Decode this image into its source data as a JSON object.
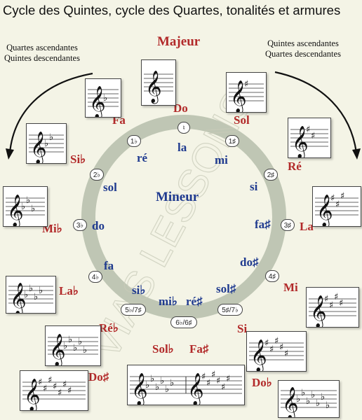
{
  "title": "Cycle des Quintes, cycle des Quartes, tonalités et armures",
  "directions": {
    "left": [
      "Quartes ascendantes",
      "Quintes descendantes"
    ],
    "right": [
      "Quintes ascendantes",
      "Quartes descendantes"
    ]
  },
  "headings": {
    "major": "Majeur",
    "minor": "Mineur"
  },
  "watermark": "VIAS LESSONS",
  "majors": [
    "Do",
    "Sol",
    "Ré",
    "La",
    "Mi",
    "Si",
    "Fa♯",
    "Sol♭",
    "Do♯",
    "Do♭",
    "Ré♭",
    "La♭",
    "Mi♭",
    "Si♭",
    "Fa"
  ],
  "minors": [
    "la",
    "mi",
    "si",
    "fa♯",
    "do♯",
    "sol♯",
    "ré♯",
    "mi♭",
    "si♭",
    "fa",
    "do",
    "sol",
    "ré"
  ],
  "signatures": [
    "♮",
    "1♯",
    "2♯",
    "3♯",
    "4♯",
    "5♯/7♭",
    "6♭/6♯",
    "5♭/7♯",
    "4♭",
    "3♭",
    "2♭",
    "1♭"
  ],
  "colors": {
    "major": "#b22a2a",
    "minor": "#1f3a8f",
    "ring": "#bfc6b4",
    "background": "#f4f4e6"
  },
  "staves": [
    {
      "label": "Do",
      "sharps": 0,
      "flats": 0
    },
    {
      "label": "Sol",
      "sharps": 1,
      "flats": 0
    },
    {
      "label": "Ré",
      "sharps": 2,
      "flats": 0
    },
    {
      "label": "La",
      "sharps": 3,
      "flats": 0
    },
    {
      "label": "Mi",
      "sharps": 4,
      "flats": 0
    },
    {
      "label": "Si",
      "sharps": 5,
      "flats": 0
    },
    {
      "label": "Sol♭ / Fa♯",
      "sharps": 6,
      "flats": 6
    },
    {
      "label": "Do♭",
      "sharps": 0,
      "flats": 7
    },
    {
      "label": "Do♯",
      "sharps": 7,
      "flats": 0
    },
    {
      "label": "Ré♭",
      "sharps": 0,
      "flats": 5
    },
    {
      "label": "La♭",
      "sharps": 0,
      "flats": 4
    },
    {
      "label": "Mi♭",
      "sharps": 0,
      "flats": 3
    },
    {
      "label": "Si♭",
      "sharps": 0,
      "flats": 2
    },
    {
      "label": "Fa",
      "sharps": 0,
      "flats": 1
    }
  ]
}
